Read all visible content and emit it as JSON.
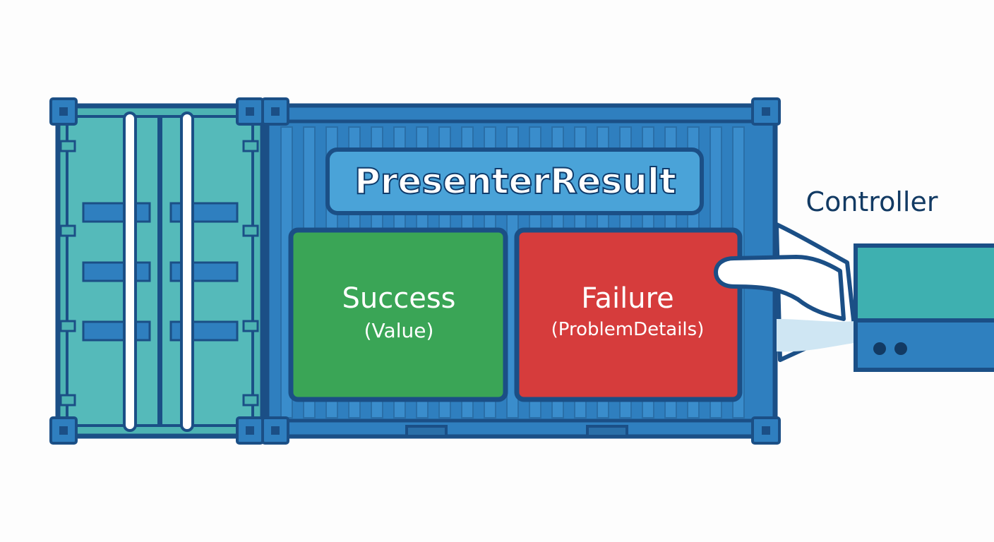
{
  "diagram": {
    "title": "PresenterResult",
    "success": {
      "label": "Success",
      "detail": "(Value)"
    },
    "failure": {
      "label": "Failure",
      "detail": "(ProblemDetails)"
    },
    "actor": "Controller"
  },
  "colors": {
    "outline": "#1b4f86",
    "container_body": "#2f7fbf",
    "container_door": "#4db3b3",
    "title_panel": "#4aa3d8",
    "success": "#3aa556",
    "failure": "#d63c3c",
    "sleeve": "#3eb0b0",
    "cuff": "#2f80bf",
    "hand": "#ffffff"
  },
  "icons": [
    "shipping-container-icon",
    "hand-icon",
    "sleeve-icon"
  ]
}
